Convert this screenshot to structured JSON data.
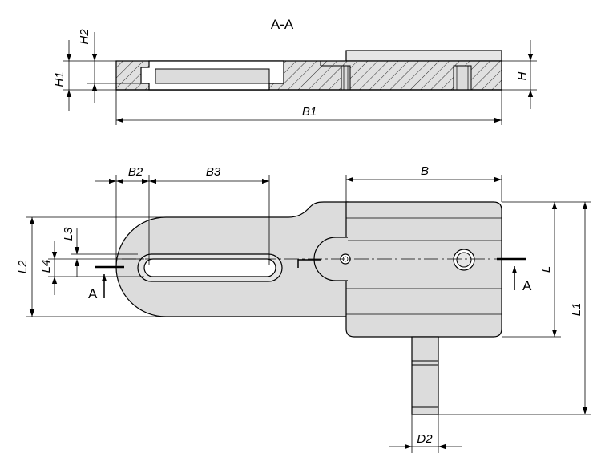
{
  "section_title": "A-A",
  "section_marker": "A",
  "dimensions": {
    "h1": "H1",
    "h2": "H2",
    "h": "H",
    "b1": "B1",
    "b2": "B2",
    "b3": "B3",
    "b": "B",
    "l": "L",
    "l1": "L1",
    "l2": "L2",
    "l3": "L3",
    "l4": "L4",
    "d2": "D2"
  },
  "colors": {
    "part_fill": "#dcdcdc",
    "part_fill_light": "#e6e6e6",
    "stroke": "#000000"
  }
}
